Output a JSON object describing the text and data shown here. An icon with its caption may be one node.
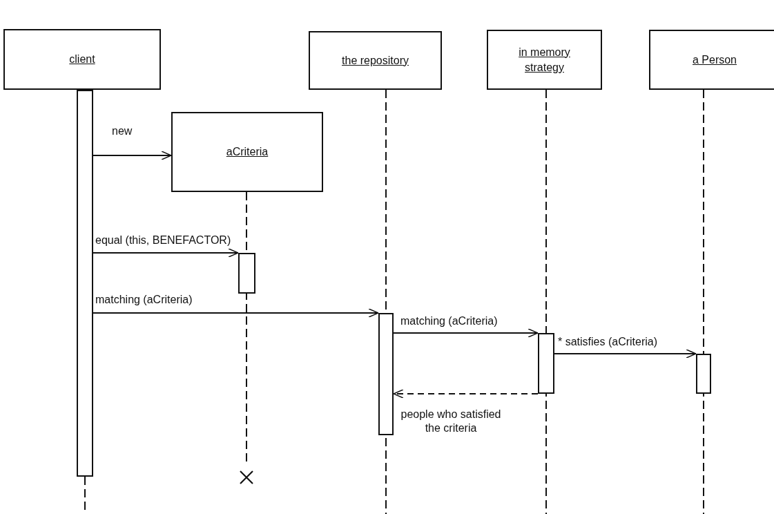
{
  "diagram": {
    "nodes": [
      {
        "text": [
          "client"
        ]
      },
      {
        "text": [
          "aCriteria"
        ]
      },
      {
        "text": [
          "the repository"
        ]
      },
      {
        "text": [
          "in memory strategy"
        ]
      },
      {
        "text": [
          "a Person"
        ]
      },
      {
        "text": [],
        "shape": "bar"
      },
      {
        "text": [],
        "shape": "bar"
      },
      {
        "text": [],
        "shape": "bar"
      },
      {
        "text": [],
        "shape": "bar"
      },
      {
        "text": [],
        "shape": "bar"
      }
    ],
    "edges": [
      {
        "from": 5,
        "to": 1,
        "arrow": "to",
        "label": "new"
      },
      {
        "from": 5,
        "to": 6,
        "arrow": "to",
        "label": "equal (this, BENEFACTOR)"
      },
      {
        "from": 5,
        "to": 7,
        "arrow": "to",
        "label": "matching (aCriteria)"
      },
      {
        "from": 7,
        "to": 8,
        "arrow": "to",
        "label": "matching (aCriteria)"
      },
      {
        "from": 8,
        "to": 9,
        "arrow": "to",
        "label": "* satisfies (aCriteria)"
      },
      {
        "from": 8,
        "to": 7,
        "arrow": "to",
        "style": "dashed",
        "label": "people who satisfied the criteria"
      }
    ]
  }
}
